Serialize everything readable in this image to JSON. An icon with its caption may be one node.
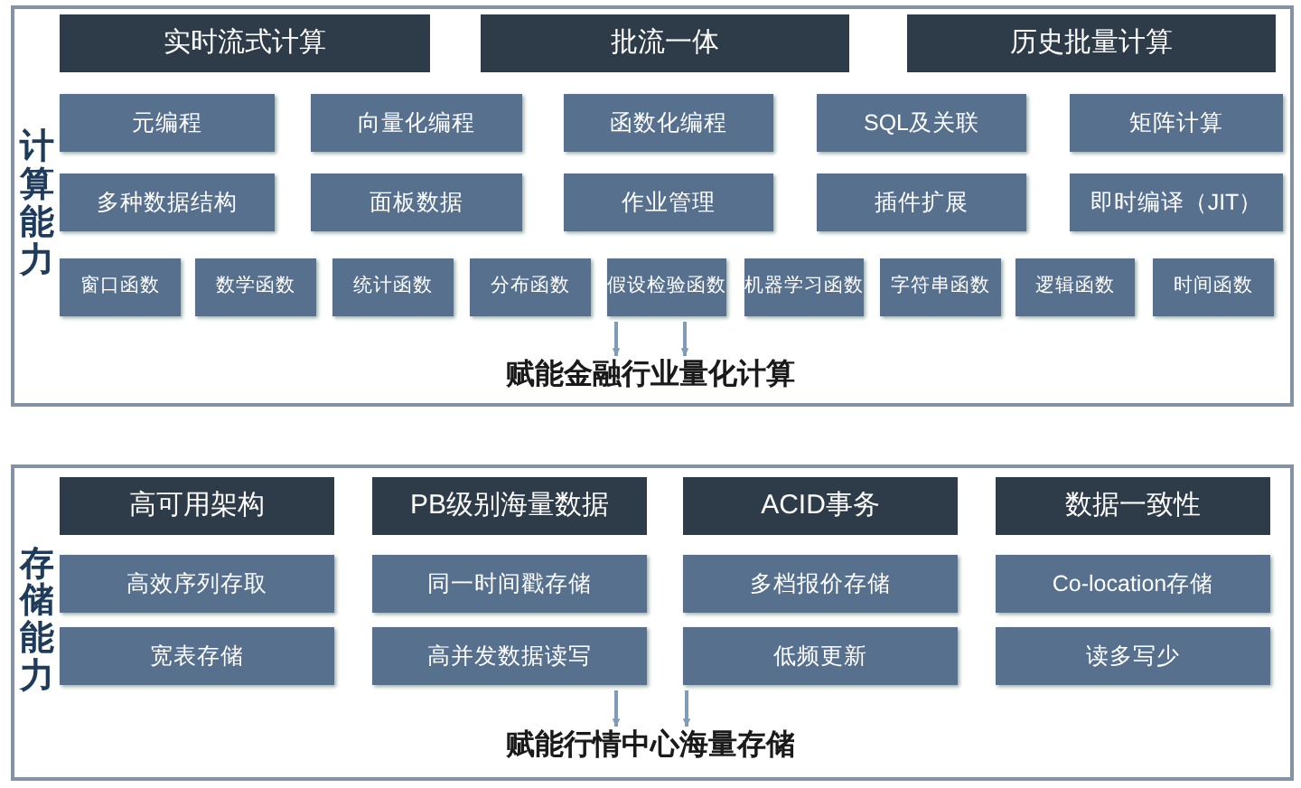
{
  "diagram": {
    "nodes": [
      {
        "text": [
          "计算能力"
        ]
      },
      {
        "text": [
          "实时流式计算"
        ],
        "in": 0
      },
      {
        "text": [
          "批流一体"
        ],
        "in": 0
      },
      {
        "text": [
          "历史批量计算"
        ],
        "in": 0
      },
      {
        "text": [
          "元编程"
        ],
        "in": 0
      },
      {
        "text": [
          "向量化编程"
        ],
        "in": 0
      },
      {
        "text": [
          "函数化编程"
        ],
        "in": 0
      },
      {
        "text": [
          "SQL及关联"
        ],
        "in": 0
      },
      {
        "text": [
          "矩阵计算"
        ],
        "in": 0
      },
      {
        "text": [
          "多种数据结构"
        ],
        "in": 0
      },
      {
        "text": [
          "面板数据"
        ],
        "in": 0
      },
      {
        "text": [
          "作业管理"
        ],
        "in": 0
      },
      {
        "text": [
          "插件扩展"
        ],
        "in": 0
      },
      {
        "text": [
          "即时编译（JIT）"
        ],
        "in": 0
      },
      {
        "text": [
          "窗口函数"
        ],
        "in": 0
      },
      {
        "text": [
          "数学函数"
        ],
        "in": 0
      },
      {
        "text": [
          "统计函数"
        ],
        "in": 0
      },
      {
        "text": [
          "分布函数"
        ],
        "in": 0
      },
      {
        "text": [
          "假设检验函数"
        ],
        "in": 0
      },
      {
        "text": [
          "机器学习函数"
        ],
        "in": 0
      },
      {
        "text": [
          "字符串函数"
        ],
        "in": 0
      },
      {
        "text": [
          "逻辑函数"
        ],
        "in": 0
      },
      {
        "text": [
          "时间函数"
        ],
        "in": 0
      },
      {
        "text": [
          "赋能金融行业量化计算"
        ],
        "in": 0
      },
      {
        "text": [
          "存储能力"
        ]
      },
      {
        "text": [
          "高可用架构"
        ],
        "in": 24
      },
      {
        "text": [
          "PB级别海量数据"
        ],
        "in": 24
      },
      {
        "text": [
          "ACID事务"
        ],
        "in": 24
      },
      {
        "text": [
          "数据一致性"
        ],
        "in": 24
      },
      {
        "text": [
          "高效序列存取"
        ],
        "in": 24
      },
      {
        "text": [
          "同一时间戳存储"
        ],
        "in": 24
      },
      {
        "text": [
          "多档报价存储"
        ],
        "in": 24
      },
      {
        "text": [
          "Co-location存储"
        ],
        "in": 24
      },
      {
        "text": [
          "宽表存储"
        ],
        "in": 24
      },
      {
        "text": [
          "高并发数据读写"
        ],
        "in": 24
      },
      {
        "text": [
          "低频更新"
        ],
        "in": 24
      },
      {
        "text": [
          "读多写少"
        ],
        "in": 24
      },
      {
        "text": [
          "赋能行情中心海量存储"
        ],
        "in": 24
      }
    ],
    "edges": [
      {
        "from": 18,
        "to": 23,
        "arrow": "to"
      },
      {
        "from": 18,
        "to": 23,
        "arrow": "to"
      },
      {
        "from": 34,
        "to": 37,
        "arrow": "to"
      },
      {
        "from": 35,
        "to": 37,
        "arrow": "to"
      }
    ]
  }
}
